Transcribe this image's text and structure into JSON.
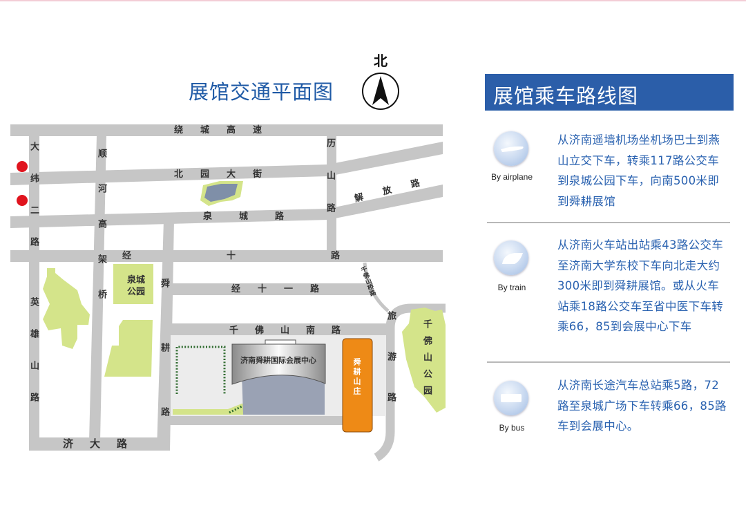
{
  "map": {
    "title": "展馆交通平面图",
    "north_label": "北",
    "roads": {
      "ring_expressway": "绕城高速",
      "beiyuan_street": "北园大街",
      "quancheng_road": "泉城路",
      "jiefang_road": "解放路",
      "jingshi_road": "经十路",
      "jingshiyi_road": "经十一路",
      "qianfoshan_south_road": "千佛山南路",
      "jida_road": "济大路",
      "daweier_road": "大纬二路",
      "shunhe_viaduct": "顺河高架桥",
      "yingxiongshan_road": "英雄山路",
      "lishan_road": "历山路",
      "shungeng_road": "舜耕路",
      "lvyou_road": "旅游路",
      "qianfoshan_bridge_road": "千佛山桥路"
    },
    "places": {
      "quancheng_park": [
        "泉城",
        "公园"
      ],
      "qianfoshan_park": "千佛山公园",
      "exhibition_center": "济南舜耕国际会展中心",
      "shungeng_villa": "舜耕山庄"
    },
    "colors": {
      "road": "#c6c6c6",
      "park": "#d4e48a",
      "lake": "#7f8fa8",
      "villa": "#ee8a16",
      "marker": "#e0141e"
    }
  },
  "routes_panel": {
    "title": "展馆乘车路线图",
    "routes": [
      {
        "mode": "By airplane",
        "icon": "airplane-icon",
        "text": "从济南遥墙机场坐机场巴士到燕山立交下车，转乘117路公交车到泉城公园下车，向南500米即到舜耕展馆"
      },
      {
        "mode": "By train",
        "icon": "train-icon",
        "text": "从济南火车站出站乘43路公交车至济南大学东校下车向北走大约300米即到舜耕展馆。或从火车站乘18路公交车至省中医下车转乘66，85到会展中心下车"
      },
      {
        "mode": "By bus",
        "icon": "bus-icon",
        "text": "从济南长途汽车总站乘5路，72路至泉城广场下车转乘66，85路车到会展中心。"
      }
    ]
  }
}
